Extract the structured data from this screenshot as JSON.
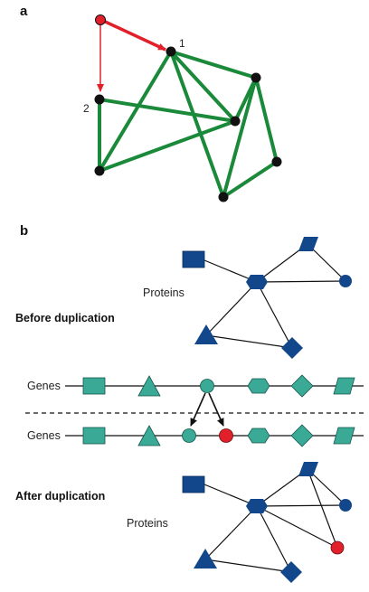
{
  "panel_a": {
    "letter": "a",
    "node_1_label": "1",
    "node_2_label": "2"
  },
  "panel_b": {
    "letter": "b",
    "proteins_top_label": "Proteins",
    "before_title": "Before duplication",
    "genes_top_label": "Genes",
    "genes_bottom_label": "Genes",
    "after_title": "After duplication",
    "proteins_bottom_label": "Proteins"
  },
  "colors": {
    "green_edge": "#1a8a3a",
    "red": "#e2202a",
    "navy": "#13478c",
    "teal": "#3aaa96",
    "black": "#111111"
  }
}
